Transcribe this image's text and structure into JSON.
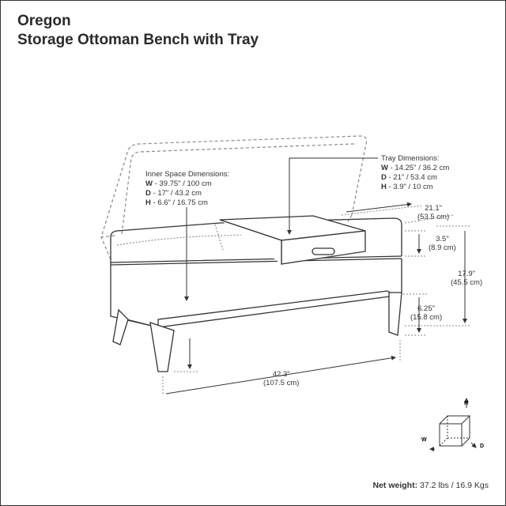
{
  "header": {
    "brand": "Oregon",
    "product": "Storage Ottoman Bench with Tray"
  },
  "tray": {
    "heading": "Tray Dimensions:",
    "rows": [
      {
        "key": "W",
        "value": " - 14.25\" / 36.2 cm"
      },
      {
        "key": "D",
        "value": " - 21\" / 53.4 cm"
      },
      {
        "key": "H",
        "value": " - 3.9\" / 10 cm"
      }
    ]
  },
  "inner": {
    "heading": "Inner Space Dimensions:",
    "rows": [
      {
        "key": "W",
        "value": " - 39.75\" / 100 cm"
      },
      {
        "key": "D",
        "value": " - 17\" / 43.2 cm"
      },
      {
        "key": "H",
        "value": " - 6.6\" / 16.75 cm"
      }
    ]
  },
  "dimensions": {
    "depth": {
      "imperial": "21.1\"",
      "metric": "(53.5 cm)"
    },
    "lid": {
      "imperial": "3.5\"",
      "metric": "(8.9 cm)"
    },
    "height": {
      "imperial": "17.9\"",
      "metric": "(45.5 cm)"
    },
    "clearance": {
      "imperial": "6.25\"",
      "metric": "(15.8 cm)"
    },
    "width": {
      "imperial": "42.3\"",
      "metric": "(107.5 cm)"
    }
  },
  "axes": {
    "h": "H",
    "w": "W",
    "d": "D"
  },
  "footer": {
    "weight_label": "Net weight:",
    "weight_value": " 37.2 lbs / 16.9 Kgs"
  }
}
